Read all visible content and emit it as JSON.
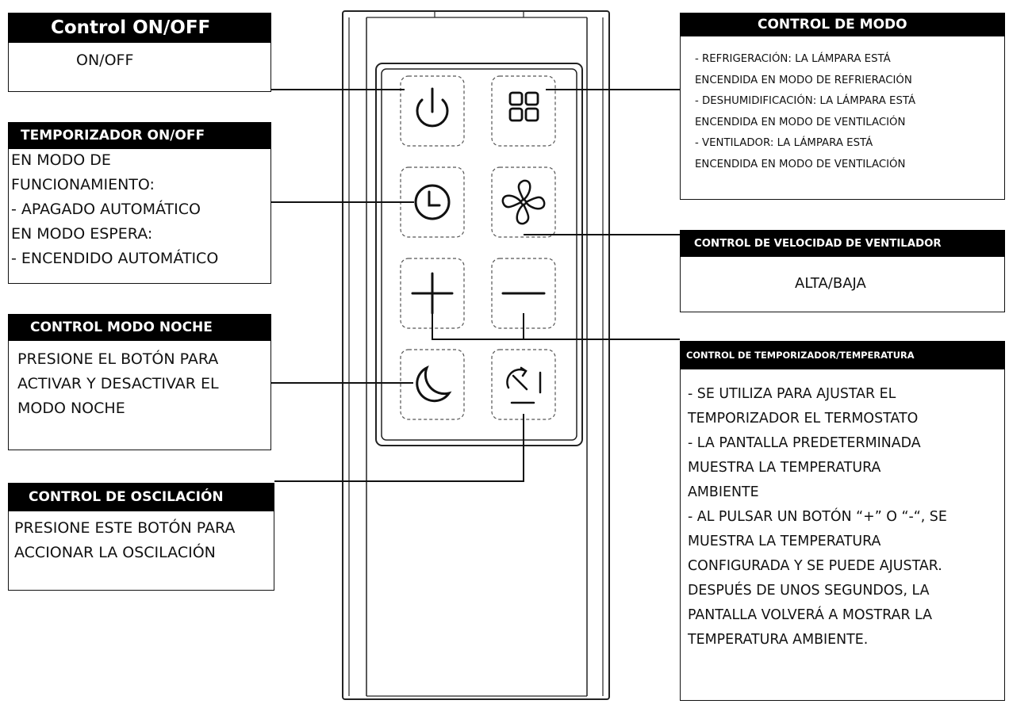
{
  "boxes": {
    "onoff": {
      "title": "Control ON/OFF",
      "body": "ON/OFF"
    },
    "timer": {
      "title": "TEMPORIZADOR ON/OFF",
      "body": "EN MODO DE\nFUNCIONAMIENTO:\n- APAGADO AUTOMÁTICO\nEN MODO ESPERA:\n- ENCENDIDO AUTOMÁTICO"
    },
    "night": {
      "title": "CONTROL MODO NOCHE",
      "body": "PRESIONE EL BOTÓN PARA\nACTIVAR Y DESACTIVAR EL\nMODO NOCHE"
    },
    "oscillation": {
      "title": "CONTROL DE OSCILACIÓN",
      "body": "PRESIONE ESTE BOTÓN PARA\nACCIONAR LA OSCILACIÓN"
    },
    "mode": {
      "title": "CONTROL DE MODO",
      "body": "- REFRIGERACIÓN: LA LÁMPARA ESTÁ\nENCENDIDA EN MODO DE REFRIERACIÓN\n- DESHUMIDIFICACIÓN: LA LÁMPARA ESTÁ\nENCENDIDA EN MODO DE VENTILACIÓN\n- VENTILADOR: LA LÁMPARA ESTÁ\nENCENDIDA EN MODO DE VENTILACIÓN"
    },
    "fan_speed": {
      "title": "CONTROL DE VELOCIDAD DE VENTILADOR",
      "body": "ALTA/BAJA"
    },
    "temp": {
      "title": "CONTROL DE TEMPORIZADOR/TEMPERATURA",
      "body": "- SE UTILIZA PARA AJUSTAR EL\nTEMPORIZADOR  EL TERMOSTATO\n- LA PANTALLA PREDETERMINADA\nMUESTRA LA TEMPERATURA\nAMBIENTE\n- AL PULSAR UN BOTÓN “+” O “-“, SE\nMUESTRA LA TEMPERATURA\nCONFIGURADA Y SE PUEDE AJUSTAR.\nDESPUÉS DE UNOS SEGUNDOS, LA\nPANTALLA VOLVERÁ A MOSTRAR LA\nTEMPERATURA AMBIENTE."
    }
  },
  "remote_buttons": [
    {
      "id": "power",
      "icon": "power-icon"
    },
    {
      "id": "mode",
      "icon": "mode-grid-icon"
    },
    {
      "id": "timer",
      "icon": "clock-icon"
    },
    {
      "id": "fan",
      "icon": "fan-icon"
    },
    {
      "id": "plus",
      "icon": "plus-icon"
    },
    {
      "id": "minus",
      "icon": "minus-icon"
    },
    {
      "id": "night",
      "icon": "moon-icon"
    },
    {
      "id": "swing",
      "icon": "swing-icon"
    }
  ],
  "colors": {
    "header_bg": "#000000",
    "header_text": "#ffffff",
    "line": "#111111",
    "dash": "#555555"
  }
}
